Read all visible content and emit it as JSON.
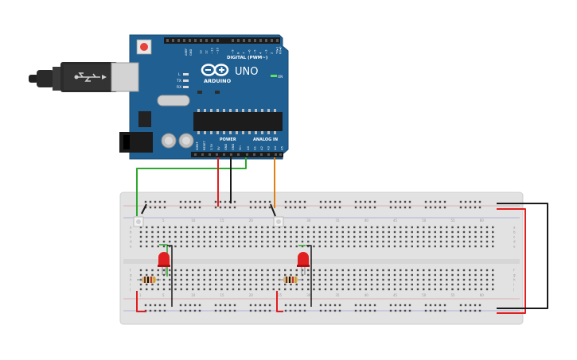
{
  "arduino": {
    "model": "UNO",
    "brand": "ARDUINO",
    "digital_header_label": "DIGITAL (PWM~)",
    "power_label": "POWER",
    "analog_label": "ANALOG IN",
    "on_label": "ON",
    "led_labels": [
      "L",
      "TX",
      "RX"
    ],
    "aref": "AREF",
    "gnd": "GND",
    "digital_pins": [
      "13",
      "12",
      "~11",
      "~10",
      "~9",
      "8",
      "7",
      "~6",
      "~5",
      "4",
      "~3",
      "2",
      "TX▸1",
      "RX◂0"
    ],
    "power_pins": [
      "IOREF",
      "RESET",
      "3.3V",
      "5V",
      "GND",
      "GND",
      "Vin"
    ],
    "analog_pins": [
      "A0",
      "A1",
      "A2",
      "A3",
      "A4",
      "A5"
    ]
  },
  "breadboard": {
    "column_numbers": [
      "1",
      "5",
      "10",
      "15",
      "20",
      "25",
      "30",
      "35",
      "40",
      "45",
      "50",
      "55",
      "60"
    ],
    "row_letters_top": [
      "j",
      "i",
      "h",
      "g",
      "f"
    ],
    "row_letters_bottom": [
      "e",
      "d",
      "c",
      "b",
      "a"
    ]
  },
  "colors": {
    "board_blue": "#1f5f91",
    "wire_green": "#2ea82e",
    "wire_red": "#e01f1f",
    "wire_black": "#1a1a1a",
    "wire_orange": "#e07f12",
    "led_red": "#e02020",
    "breadboard": "#e2e2e2"
  },
  "icons": {
    "usb": "usb-cable-icon",
    "logo": "arduino-infinity-logo-icon"
  }
}
